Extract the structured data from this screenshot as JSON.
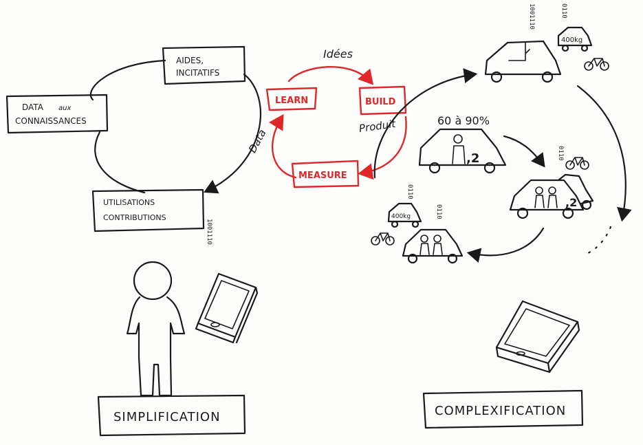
{
  "left_loop": {
    "aides_line1": "AIDES,",
    "aides_line2": "INCITATIFS",
    "data_line1": "DATA",
    "data_line1_script": "aux",
    "data_line2": "CONNAISSANCES",
    "usage_line1": "UTILISATIONS",
    "usage_line2": "CONTRIBUTIONS"
  },
  "lean_cycle": {
    "learn": "LEARN",
    "build": "BUILD",
    "measure": "MEASURE",
    "ideas": "Idées",
    "product": "Produit",
    "data": "Data"
  },
  "right_loop": {
    "occupancy": "60 à 90%",
    "weight_top": "400kg",
    "weight_bottom": "400kg",
    "passengers_a": ",2",
    "passengers_b": ",2"
  },
  "bits": {
    "phone_left": "1001110",
    "car_top_left": "1001110",
    "car_top_right": "0110",
    "car_mid": "0110",
    "car_bottom_a": "0110",
    "car_bottom_b": "0110"
  },
  "labels": {
    "simplification": "SIMPLIFICATION",
    "complexification": "COMPLEXIFICATION"
  },
  "colors": {
    "ink": "#1a1a1a",
    "accent": "#e0282a",
    "paper": "#fdfdfb"
  }
}
